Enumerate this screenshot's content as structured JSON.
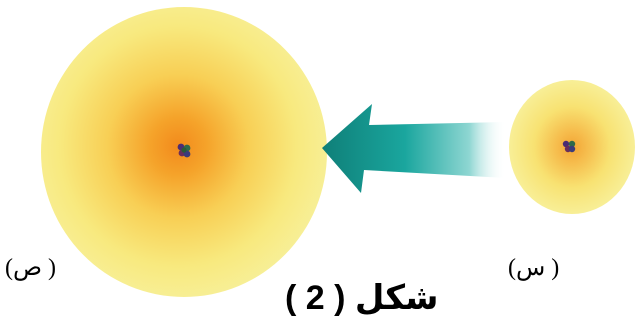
{
  "labels": {
    "atom_s": "( س)",
    "atom_p": "( ص)"
  },
  "caption": "شكل ( 2 )",
  "colors": {
    "halo_outer": "#f7f08a",
    "halo_mid": "#f9d860",
    "halo_core": "#f5a623",
    "arrow_head": "#1a8f86",
    "arrow_tail": "#ffffff",
    "nucleus": "#4a2a6a"
  }
}
